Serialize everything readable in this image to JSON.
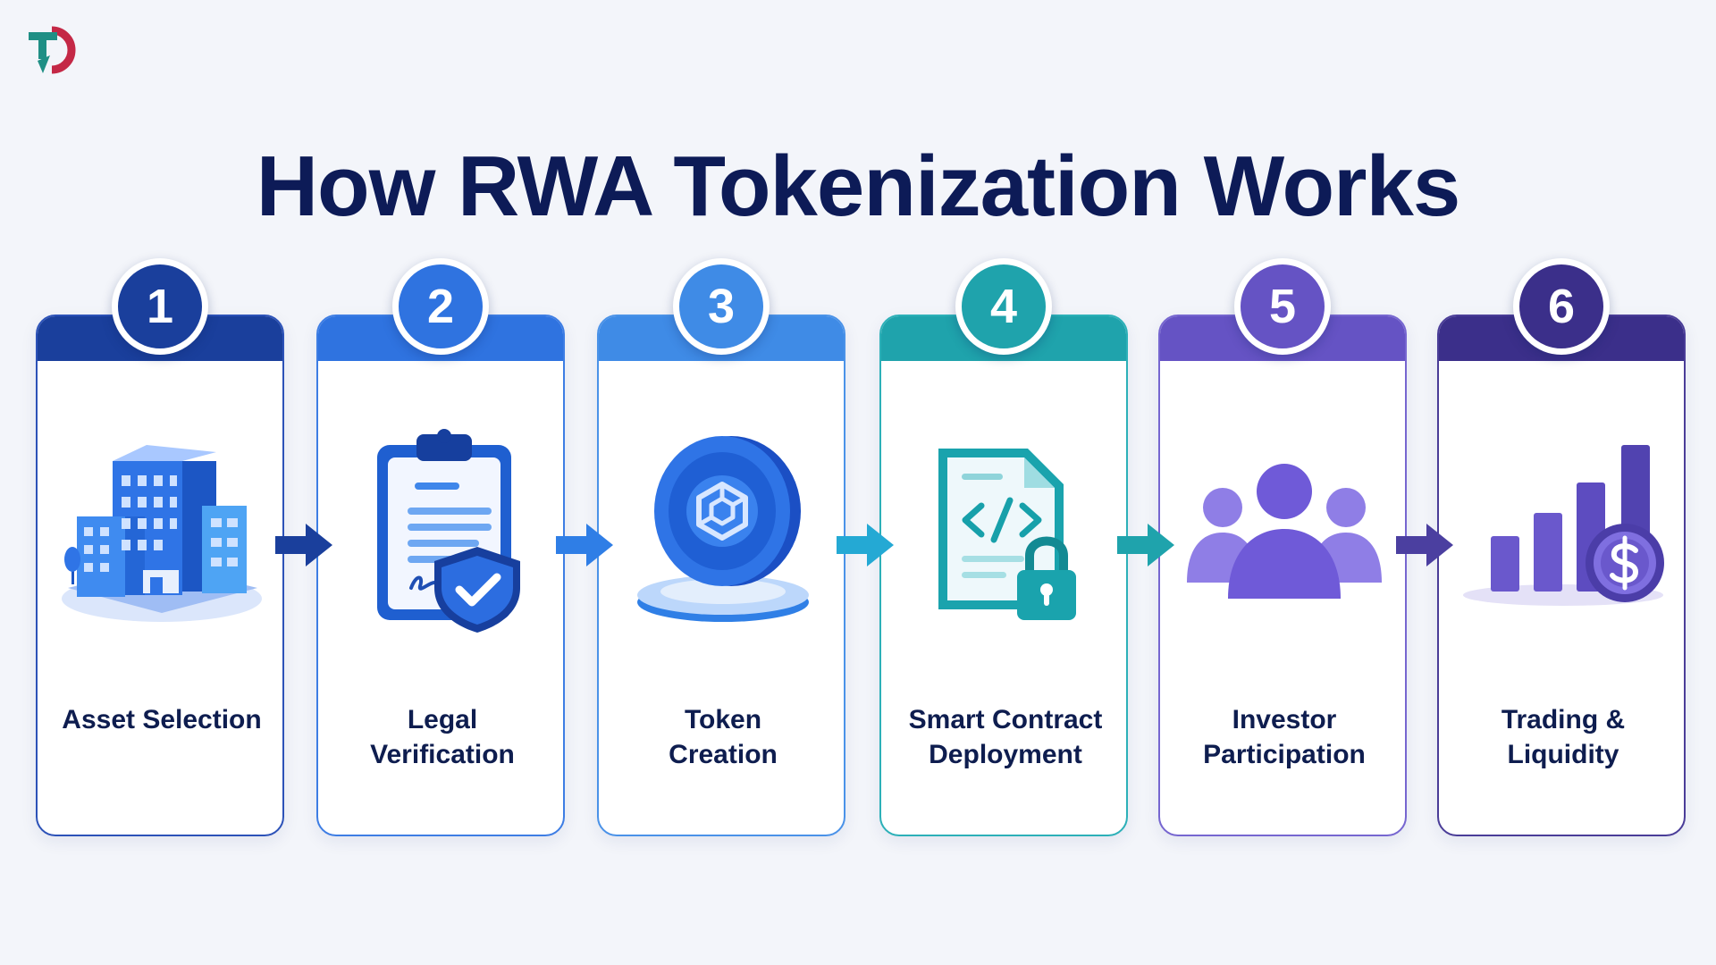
{
  "title": "How RWA Tokenization Works",
  "logo": {
    "icon": "tc-logo-icon",
    "colors": [
      "#1f8f85",
      "#c42846"
    ]
  },
  "steps": [
    {
      "number": "1",
      "lines": [
        "Asset Selection"
      ],
      "icon": "office-buildings-icon",
      "color": "#1a3f9c"
    },
    {
      "number": "2",
      "lines": [
        "Legal",
        "Verification"
      ],
      "icon": "clipboard-shield-icon",
      "color": "#2f73e0"
    },
    {
      "number": "3",
      "lines": [
        "Token",
        "Creation"
      ],
      "icon": "token-coin-icon",
      "color": "#3f8be6"
    },
    {
      "number": "4",
      "lines": [
        "Smart Contract",
        "Deployment"
      ],
      "icon": "code-document-lock-icon",
      "color": "#1fa3ac"
    },
    {
      "number": "5",
      "lines": [
        "Investor",
        "Participation"
      ],
      "icon": "people-group-icon",
      "color": "#6553c4"
    },
    {
      "number": "6",
      "lines": [
        "Trading &",
        "Liquidity"
      ],
      "icon": "bar-chart-dollar-icon",
      "color": "#3b2f8a"
    }
  ],
  "arrow_colors": [
    "#1a3f9c",
    "#2f7ee6",
    "#24a9d4",
    "#1fa3ac",
    "#4b3fa0"
  ]
}
